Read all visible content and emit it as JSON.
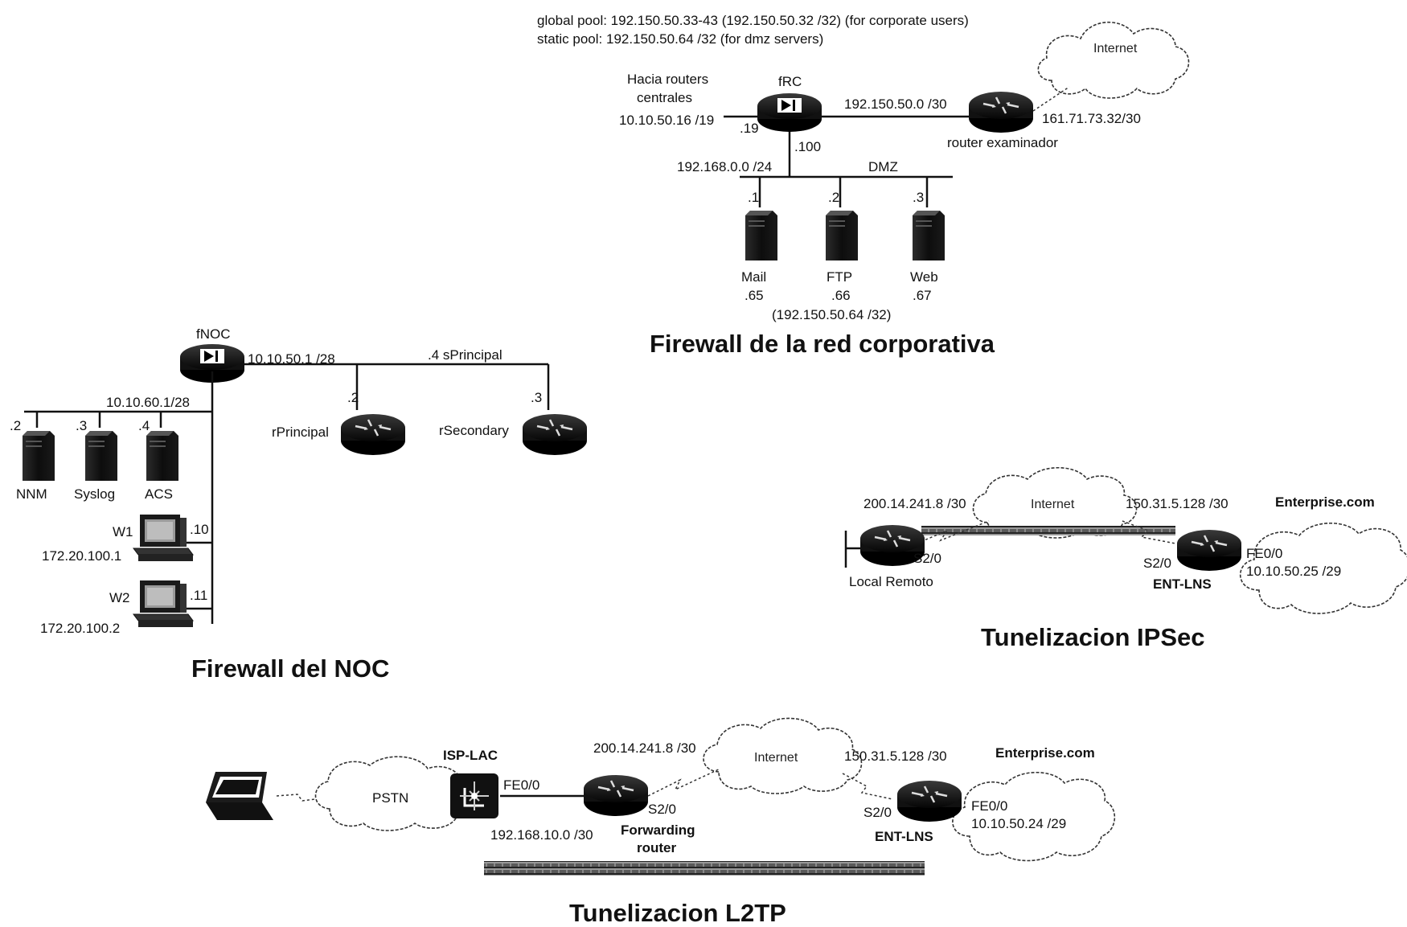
{
  "corporate": {
    "pool_global": "global pool: 192.150.50.33-43 (192.150.50.32 /32) (for corporate users)",
    "pool_static": "static pool: 192.150.50.64 /32 (for dmz servers)",
    "hacia_1": "Hacia routers",
    "hacia_2": "centrales",
    "core_net": "10.10.50.16 /19",
    "fw_name": "fRC",
    "fw_left_ip": ".19",
    "fw_down_ip": ".100",
    "wan_net": "192.150.50.0 /30",
    "router_name": "router examinador",
    "isp_net": "161.71.73.32/30",
    "internet": "Internet",
    "dmz_net": "192.168.0.0 /24",
    "dmz_label": "DMZ",
    "servers": [
      {
        "ip": ".1",
        "name": "Mail",
        "nat": ".65"
      },
      {
        "ip": ".2",
        "name": "FTP",
        "nat": ".66"
      },
      {
        "ip": ".3",
        "name": "Web",
        "nat": ".67"
      }
    ],
    "dmz_pool": "(192.150.50.64 /32)",
    "title": "Firewall de la red corporativa"
  },
  "noc": {
    "fw_name": "fNOC",
    "net_right": "10.10.50.1 /28",
    "net_left": "10.10.60.1/28",
    "sprincipal": ".4  sPrincipal",
    "routers": [
      {
        "ip": ".2",
        "name": "rPrincipal"
      },
      {
        "ip": ".3",
        "name": "rSecondary"
      }
    ],
    "servers": [
      {
        "ip": ".2",
        "name": "NNM"
      },
      {
        "ip": ".3",
        "name": "Syslog"
      },
      {
        "ip": ".4",
        "name": "ACS"
      }
    ],
    "workstations": [
      {
        "name": "W1",
        "ip": ".10",
        "addr": "172.20.100.1"
      },
      {
        "name": "W2",
        "ip": ".11",
        "addr": "172.20.100.2"
      }
    ],
    "title": "Firewall del NOC"
  },
  "ipsec": {
    "left_net": "200.14.241.8 /30",
    "internet": "Internet",
    "right_net": "150.31.5.128 /30",
    "enterprise": "Enterprise.com",
    "left_if": "S2/0",
    "right_if": "S2/0",
    "local_name": "Local Remoto",
    "lns_name": "ENT-LNS",
    "fe": "FE0/0",
    "fe_net": "10.10.50.25 /29",
    "title": "Tunelizacion IPSec"
  },
  "l2tp": {
    "pstn": "PSTN",
    "lac_name": "ISP-LAC",
    "lac_if": "FE0/0",
    "lan_net": "192.168.10.0 /30",
    "fwd_1": "Forwarding",
    "fwd_2": "router",
    "fwd_if": "S2/0",
    "left_net": "200.14.241.8 /30",
    "internet": "Internet",
    "right_net": "150.31.5.128 /30",
    "enterprise": "Enterprise.com",
    "lns_if": "S2/0",
    "lns_name": "ENT-LNS",
    "fe": "FE0/0",
    "fe_net": "10.10.50.24 /29",
    "title": "Tunelizacion L2TP"
  }
}
